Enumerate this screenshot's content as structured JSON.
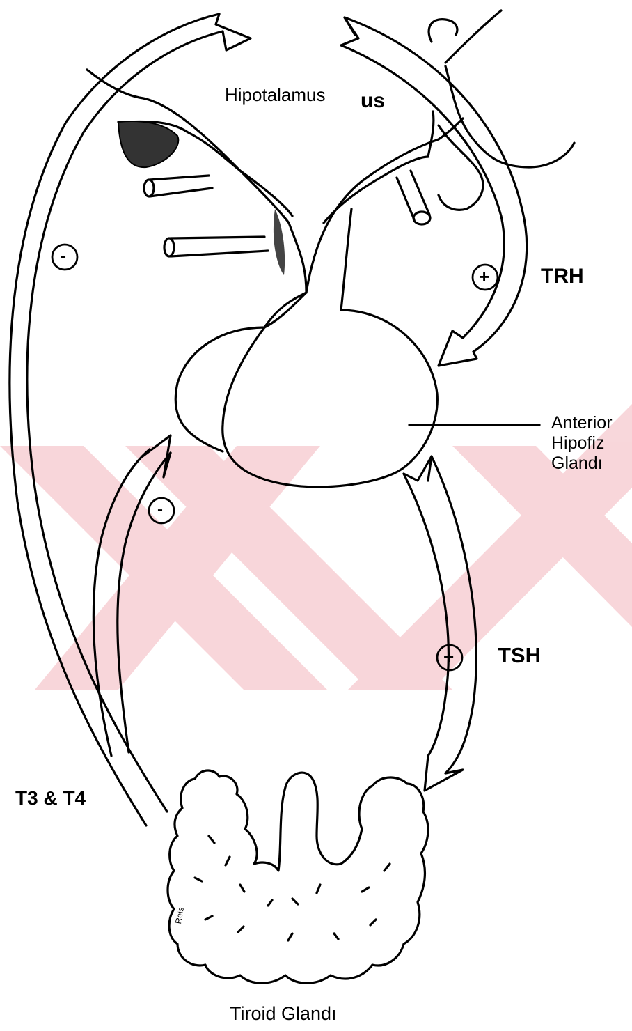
{
  "labels": {
    "hypothalamus": "Hipotalamus",
    "hypothalamus_fragment": "us",
    "trh": "TRH",
    "anterior_line1": "Anterior",
    "anterior_line2": "Hipofiz",
    "anterior_line3": "Glandı",
    "tsh": "TSH",
    "t3t4": "T3 & T4",
    "thyroid": "Tiroid Glandı",
    "signature": "Reis"
  },
  "signs": {
    "minus_upper": "-",
    "minus_lower": "-",
    "plus_trh": "+",
    "plus_tsh": "+"
  },
  "colors": {
    "ink": "#000000",
    "watermark": "#f3b6bd"
  }
}
